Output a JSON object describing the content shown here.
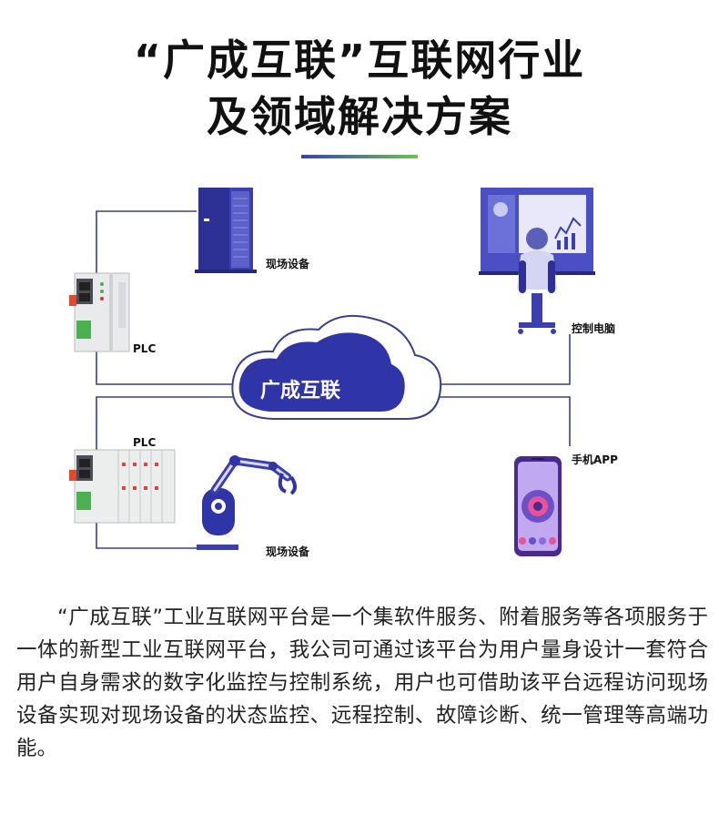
{
  "header": {
    "title_line1": "“广成互联”互联网行业",
    "title_line2": "及领域解决方案"
  },
  "diagram": {
    "cloud_label": "广成互联",
    "labels": {
      "field_device_top": "现场设备",
      "plc_top": "PLC",
      "control_pc": "控制电脑",
      "plc_bottom": "PLC",
      "mobile_app": "手机APP",
      "field_device_bottom": "现场设备"
    }
  },
  "body": {
    "paragraph": "“广成互联”工业互联网平台是一个集软件服务、附着服务等各项服务于一体的新型工业互联网平台，我公司可通过该平台为用户量身设计一套符合用户自身需求的数字化监控与控制系统，用户也可借助该平台远程访问现场设备实现对现场设备的状态监控、远程控制、故障诊断、统一管理等高端功能。"
  },
  "colors": {
    "accent": "#3b3fb0",
    "cloud_fill": "#2f35a6",
    "line": "#3a3f8f",
    "green": "#6bc44a"
  }
}
